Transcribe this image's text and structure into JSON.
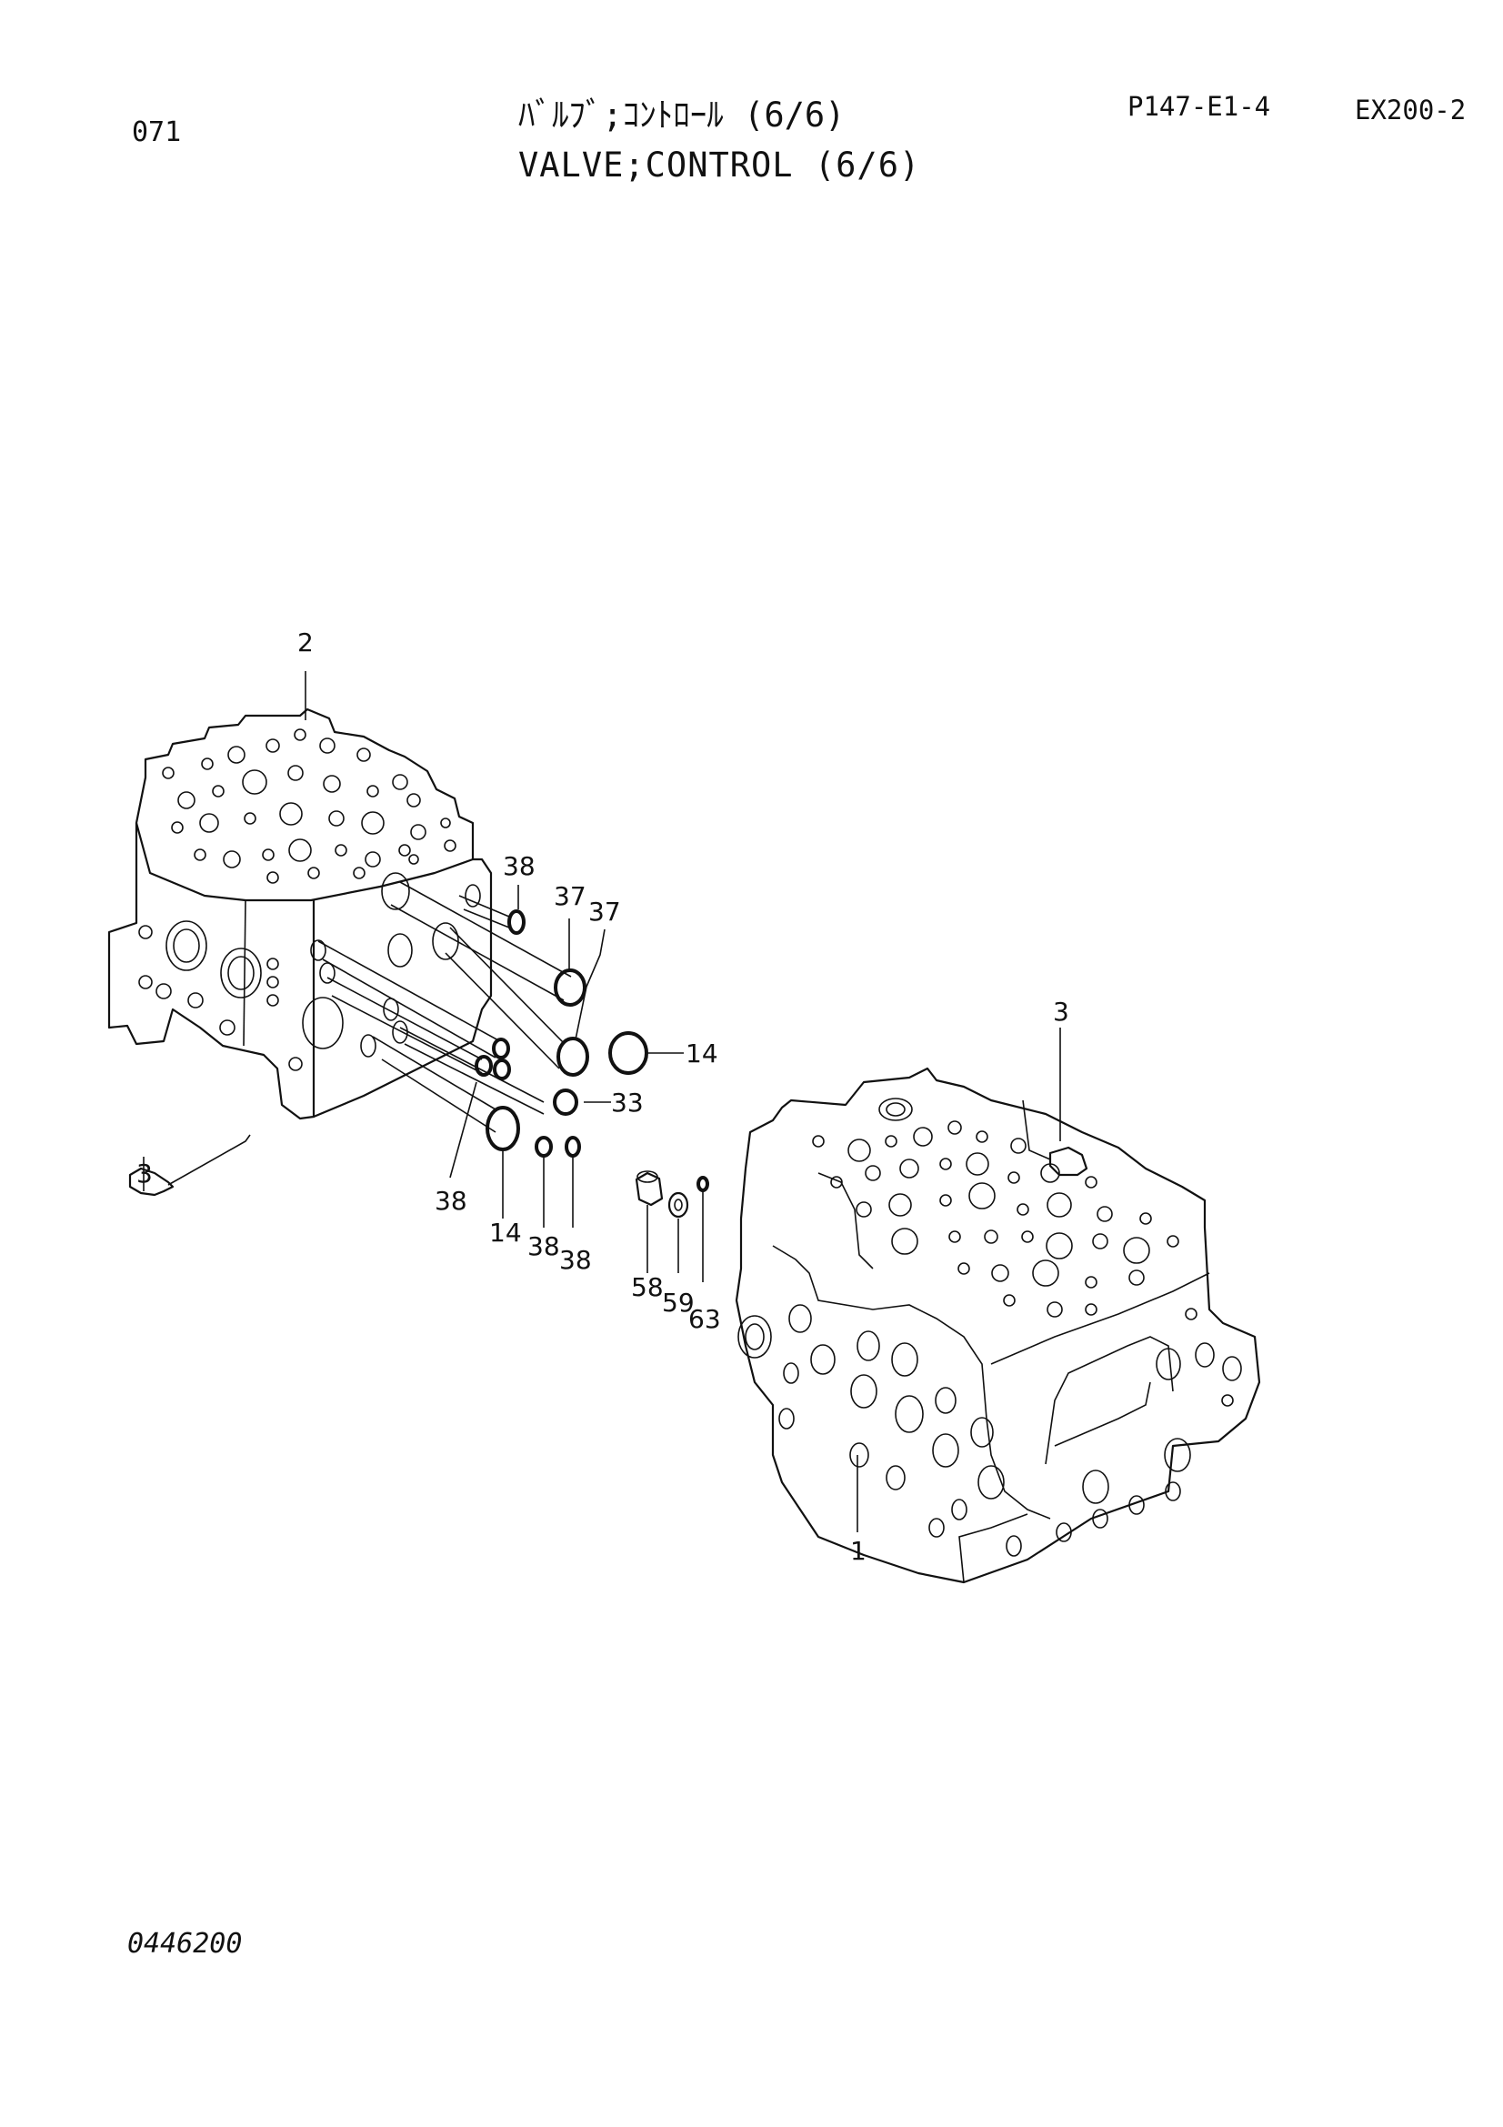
{
  "header": {
    "page_number": "071",
    "title_jp": "ﾊﾞﾙﾌﾞ;ｺﾝﾄﾛｰﾙ (6/6)",
    "title_en": "VALVE;CONTROL (6/6)",
    "doc_code": "P147-E1-4",
    "model": "EX200-2"
  },
  "footer": {
    "code": "0446200"
  },
  "callouts": {
    "c1": "1",
    "c2": "2",
    "c3a": "3",
    "c3b": "3",
    "c14a": "14",
    "c14b": "14",
    "c33": "33",
    "c37a": "37",
    "c37b": "37",
    "c38a": "38",
    "c38b": "38",
    "c38c": "38",
    "c38d": "38",
    "c58": "58",
    "c59": "59",
    "c63": "63"
  }
}
